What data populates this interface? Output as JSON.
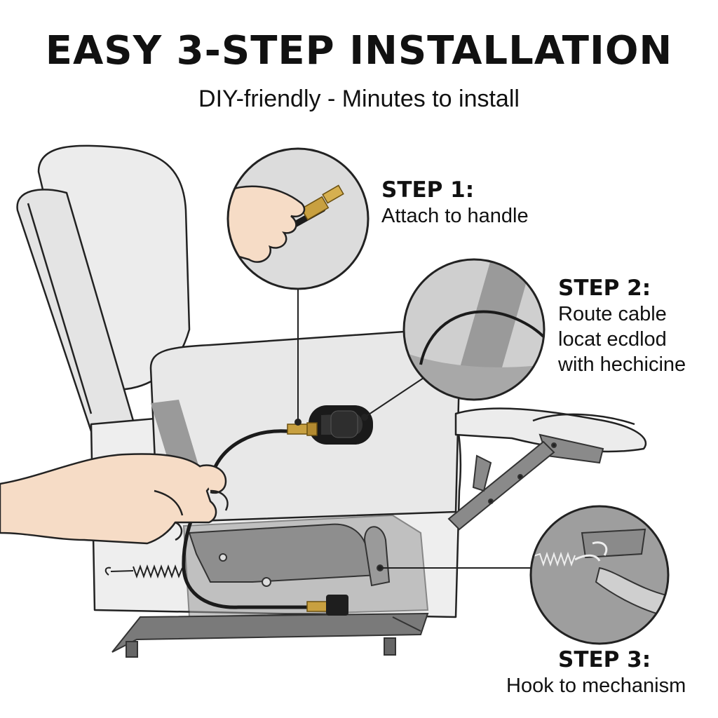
{
  "header": {
    "title": "EASY 3-STEP INSTALLATION",
    "subtitle": "DIY-friendly - Minutes to install"
  },
  "steps": [
    {
      "title": "STEP 1:",
      "lines": [
        "Attach to handle"
      ]
    },
    {
      "title": "STEP 2:",
      "lines": [
        "Route cable",
        "locat ecdlod",
        "with hechicine"
      ]
    },
    {
      "title": "STEP 3:",
      "lines": [
        "Hook to mechanism"
      ]
    }
  ],
  "colors": {
    "chair": "#ececec",
    "outline": "#222222",
    "metal": "#6e6e6e",
    "brass": "#c8a040",
    "skin": "#f6dcc6"
  },
  "icons": [
    "recliner-chair",
    "hand",
    "cable",
    "release-handle",
    "spring",
    "frame"
  ]
}
